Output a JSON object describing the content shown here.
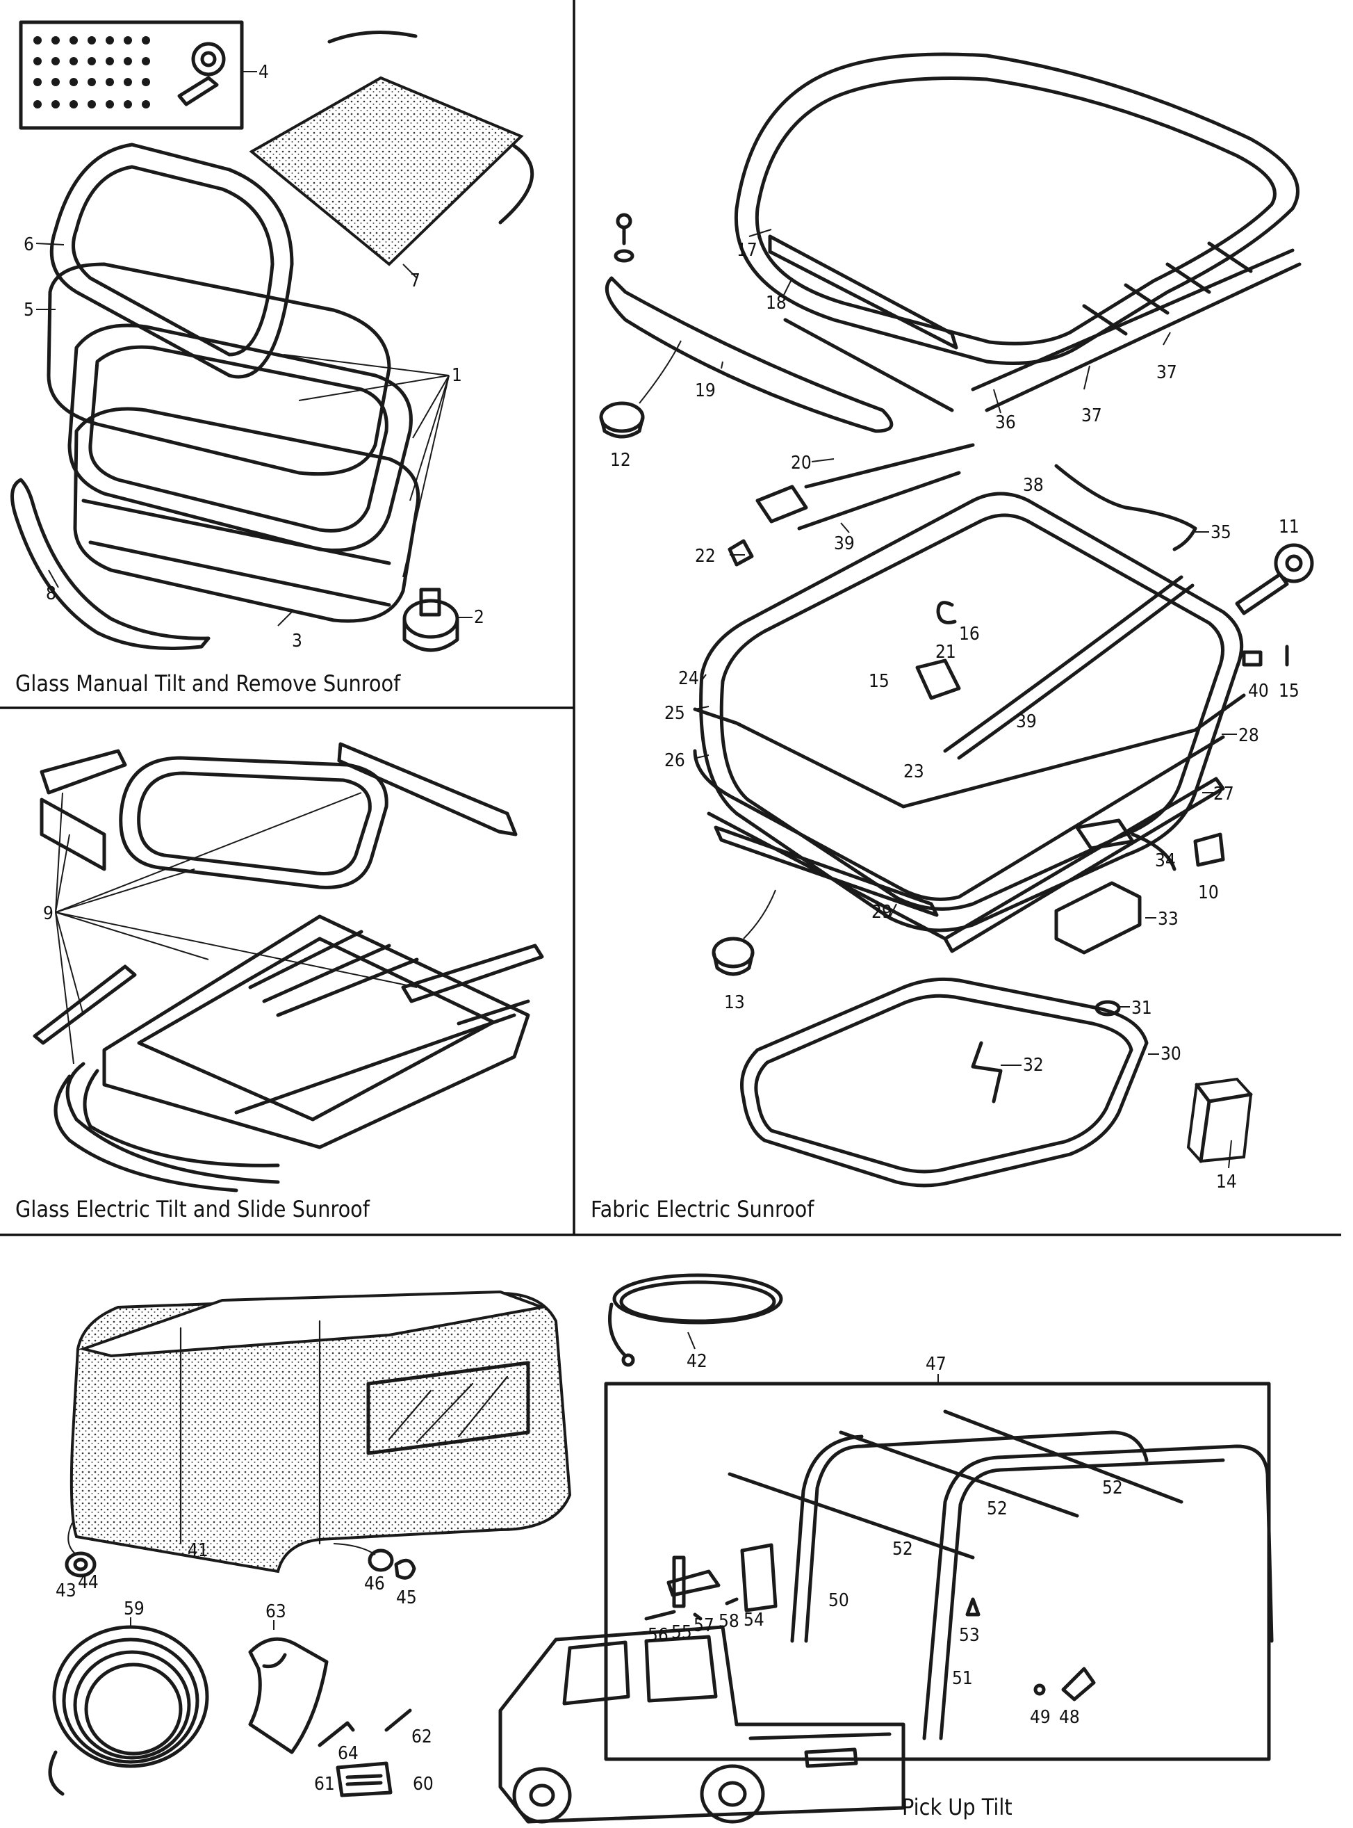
{
  "sections": {
    "glass_manual": {
      "caption": "Glass Manual Tilt and Remove Sunroof"
    },
    "glass_electric": {
      "caption": "Glass Electric Tilt and Slide Sunroof"
    },
    "fabric_electric": {
      "caption": "Fabric Electric Sunroof"
    },
    "pickup_tilt": {
      "caption": "Pick Up Tilt"
    }
  },
  "callouts": {
    "c1": "1",
    "c2": "2",
    "c3": "3",
    "c4": "4",
    "c5": "5",
    "c6": "6",
    "c7": "7",
    "c8": "8",
    "c9": "9",
    "c10": "10",
    "c11": "11",
    "c12": "12",
    "c13": "13",
    "c14": "14",
    "c15a": "15",
    "c15b": "15",
    "c16": "16",
    "c17": "17",
    "c18": "18",
    "c19": "19",
    "c20": "20",
    "c21": "21",
    "c22": "22",
    "c23": "23",
    "c24": "24",
    "c25": "25",
    "c26": "26",
    "c27": "27",
    "c28": "28",
    "c29": "29",
    "c30": "30",
    "c31": "31",
    "c32": "32",
    "c33": "33",
    "c34": "34",
    "c35": "35",
    "c36": "36",
    "c37a": "37",
    "c37b": "37",
    "c38": "38",
    "c39a": "39",
    "c39b": "39",
    "c40": "40",
    "c41": "41",
    "c42": "42",
    "c43": "43",
    "c44": "44",
    "c45": "45",
    "c46": "46",
    "c47": "47",
    "c48": "48",
    "c49": "49",
    "c50": "50",
    "c51": "51",
    "c52a": "52",
    "c52b": "52",
    "c52c": "52",
    "c53": "53",
    "c54": "54",
    "c55": "55",
    "c56": "56",
    "c57": "57",
    "c58": "58",
    "c59": "59",
    "c60": "60",
    "c61": "61",
    "c62": "62",
    "c63": "63",
    "c64": "64"
  },
  "colors": {
    "ink": "#1a1a1a",
    "paper": "#ffffff",
    "stipple": "#d8d8d8"
  }
}
